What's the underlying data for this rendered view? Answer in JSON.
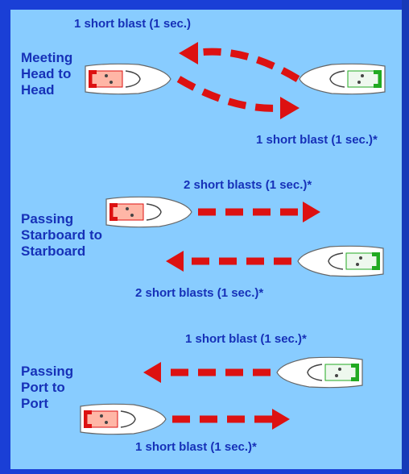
{
  "colors": {
    "background_border": "#1a3fd6",
    "panel": "#88ccff",
    "text": "#1631b8",
    "arrow": "#dd1111",
    "boat_hull": "#ffffff",
    "boat_red_stern": "#dd1111",
    "boat_green_stern": "#22aa22"
  },
  "sections": [
    {
      "title_lines": [
        "Meeting",
        "Head to",
        "Head"
      ],
      "top_label": "1 short blast (1 sec.)",
      "bottom_label": "1 short blast (1 sec.)*"
    },
    {
      "title_lines": [
        "Passing",
        "Starboard to",
        "Starboard"
      ],
      "top_label": "2 short blasts (1 sec.)*",
      "bottom_label": "2 short blasts (1 sec.)*"
    },
    {
      "title_lines": [
        "Passing",
        "Port to",
        "Port"
      ],
      "top_label": "1 short blast (1 sec.)*",
      "bottom_label": "1 short blast (1 sec.)*"
    }
  ],
  "icons": {
    "red_boat": "motorboat-red-stern-icon",
    "green_boat": "motorboat-green-stern-icon",
    "arrow": "dashed-red-arrow-icon"
  }
}
